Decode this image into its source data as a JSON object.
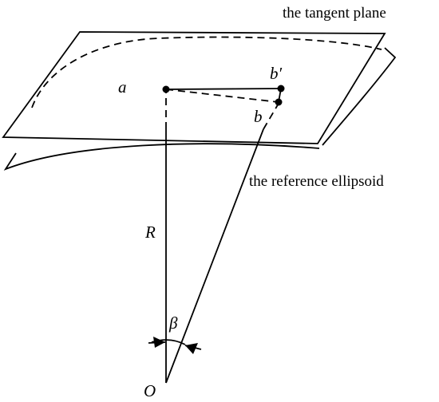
{
  "labels": {
    "tangent_plane": "the tangent plane",
    "reference_ellipsoid": "the reference ellipsoid",
    "point_a": "a",
    "point_b_prime": "b′",
    "point_b": "b",
    "radius": "R",
    "angle": "β",
    "origin": "O"
  },
  "colors": {
    "stroke": "#000000",
    "background": "#ffffff"
  }
}
